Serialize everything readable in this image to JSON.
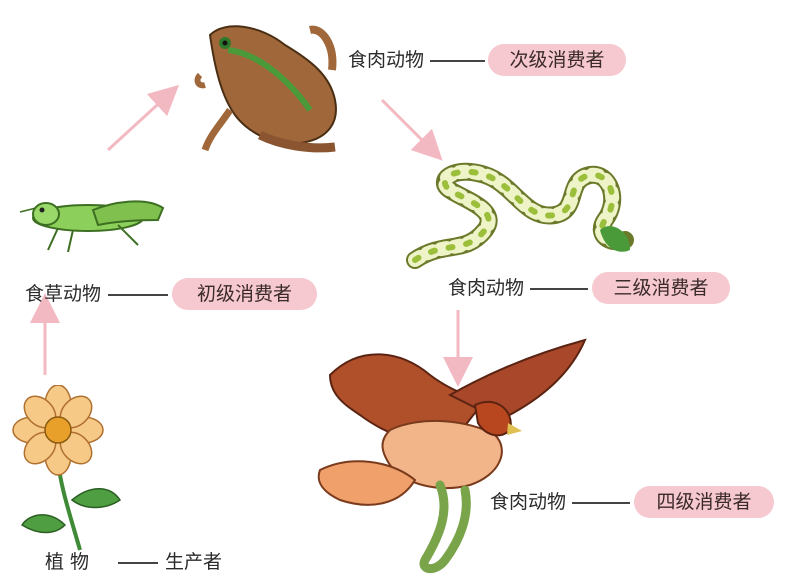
{
  "colors": {
    "arrow": "#f3b9c2",
    "pill": "#f6c8cf",
    "frog_body": "#a0683a",
    "frog_stripe": "#4b9a3a",
    "grasshopper": "#8ccf5a",
    "snake_body": "#eef3c8",
    "snake_spots": "#9bbf3a",
    "eagle_wing": "#b0502b",
    "eagle_light": "#f2b58a",
    "flower_petal": "#f6c986",
    "flower_center": "#e8a02a",
    "leaf": "#3f8a36"
  },
  "nodes": {
    "plant": {
      "category": "植  物",
      "role": "生产者"
    },
    "grasshopper": {
      "category": "食草动物",
      "role": "初级消费者"
    },
    "frog": {
      "category": "食肉动物",
      "role": "次级消费者"
    },
    "snake": {
      "category": "食肉动物",
      "role": "三级消费者"
    },
    "eagle": {
      "category": "食肉动物",
      "role": "四级消费者"
    }
  },
  "icons": [
    "flower-icon",
    "grasshopper-icon",
    "frog-icon",
    "snake-icon",
    "eagle-icon"
  ]
}
